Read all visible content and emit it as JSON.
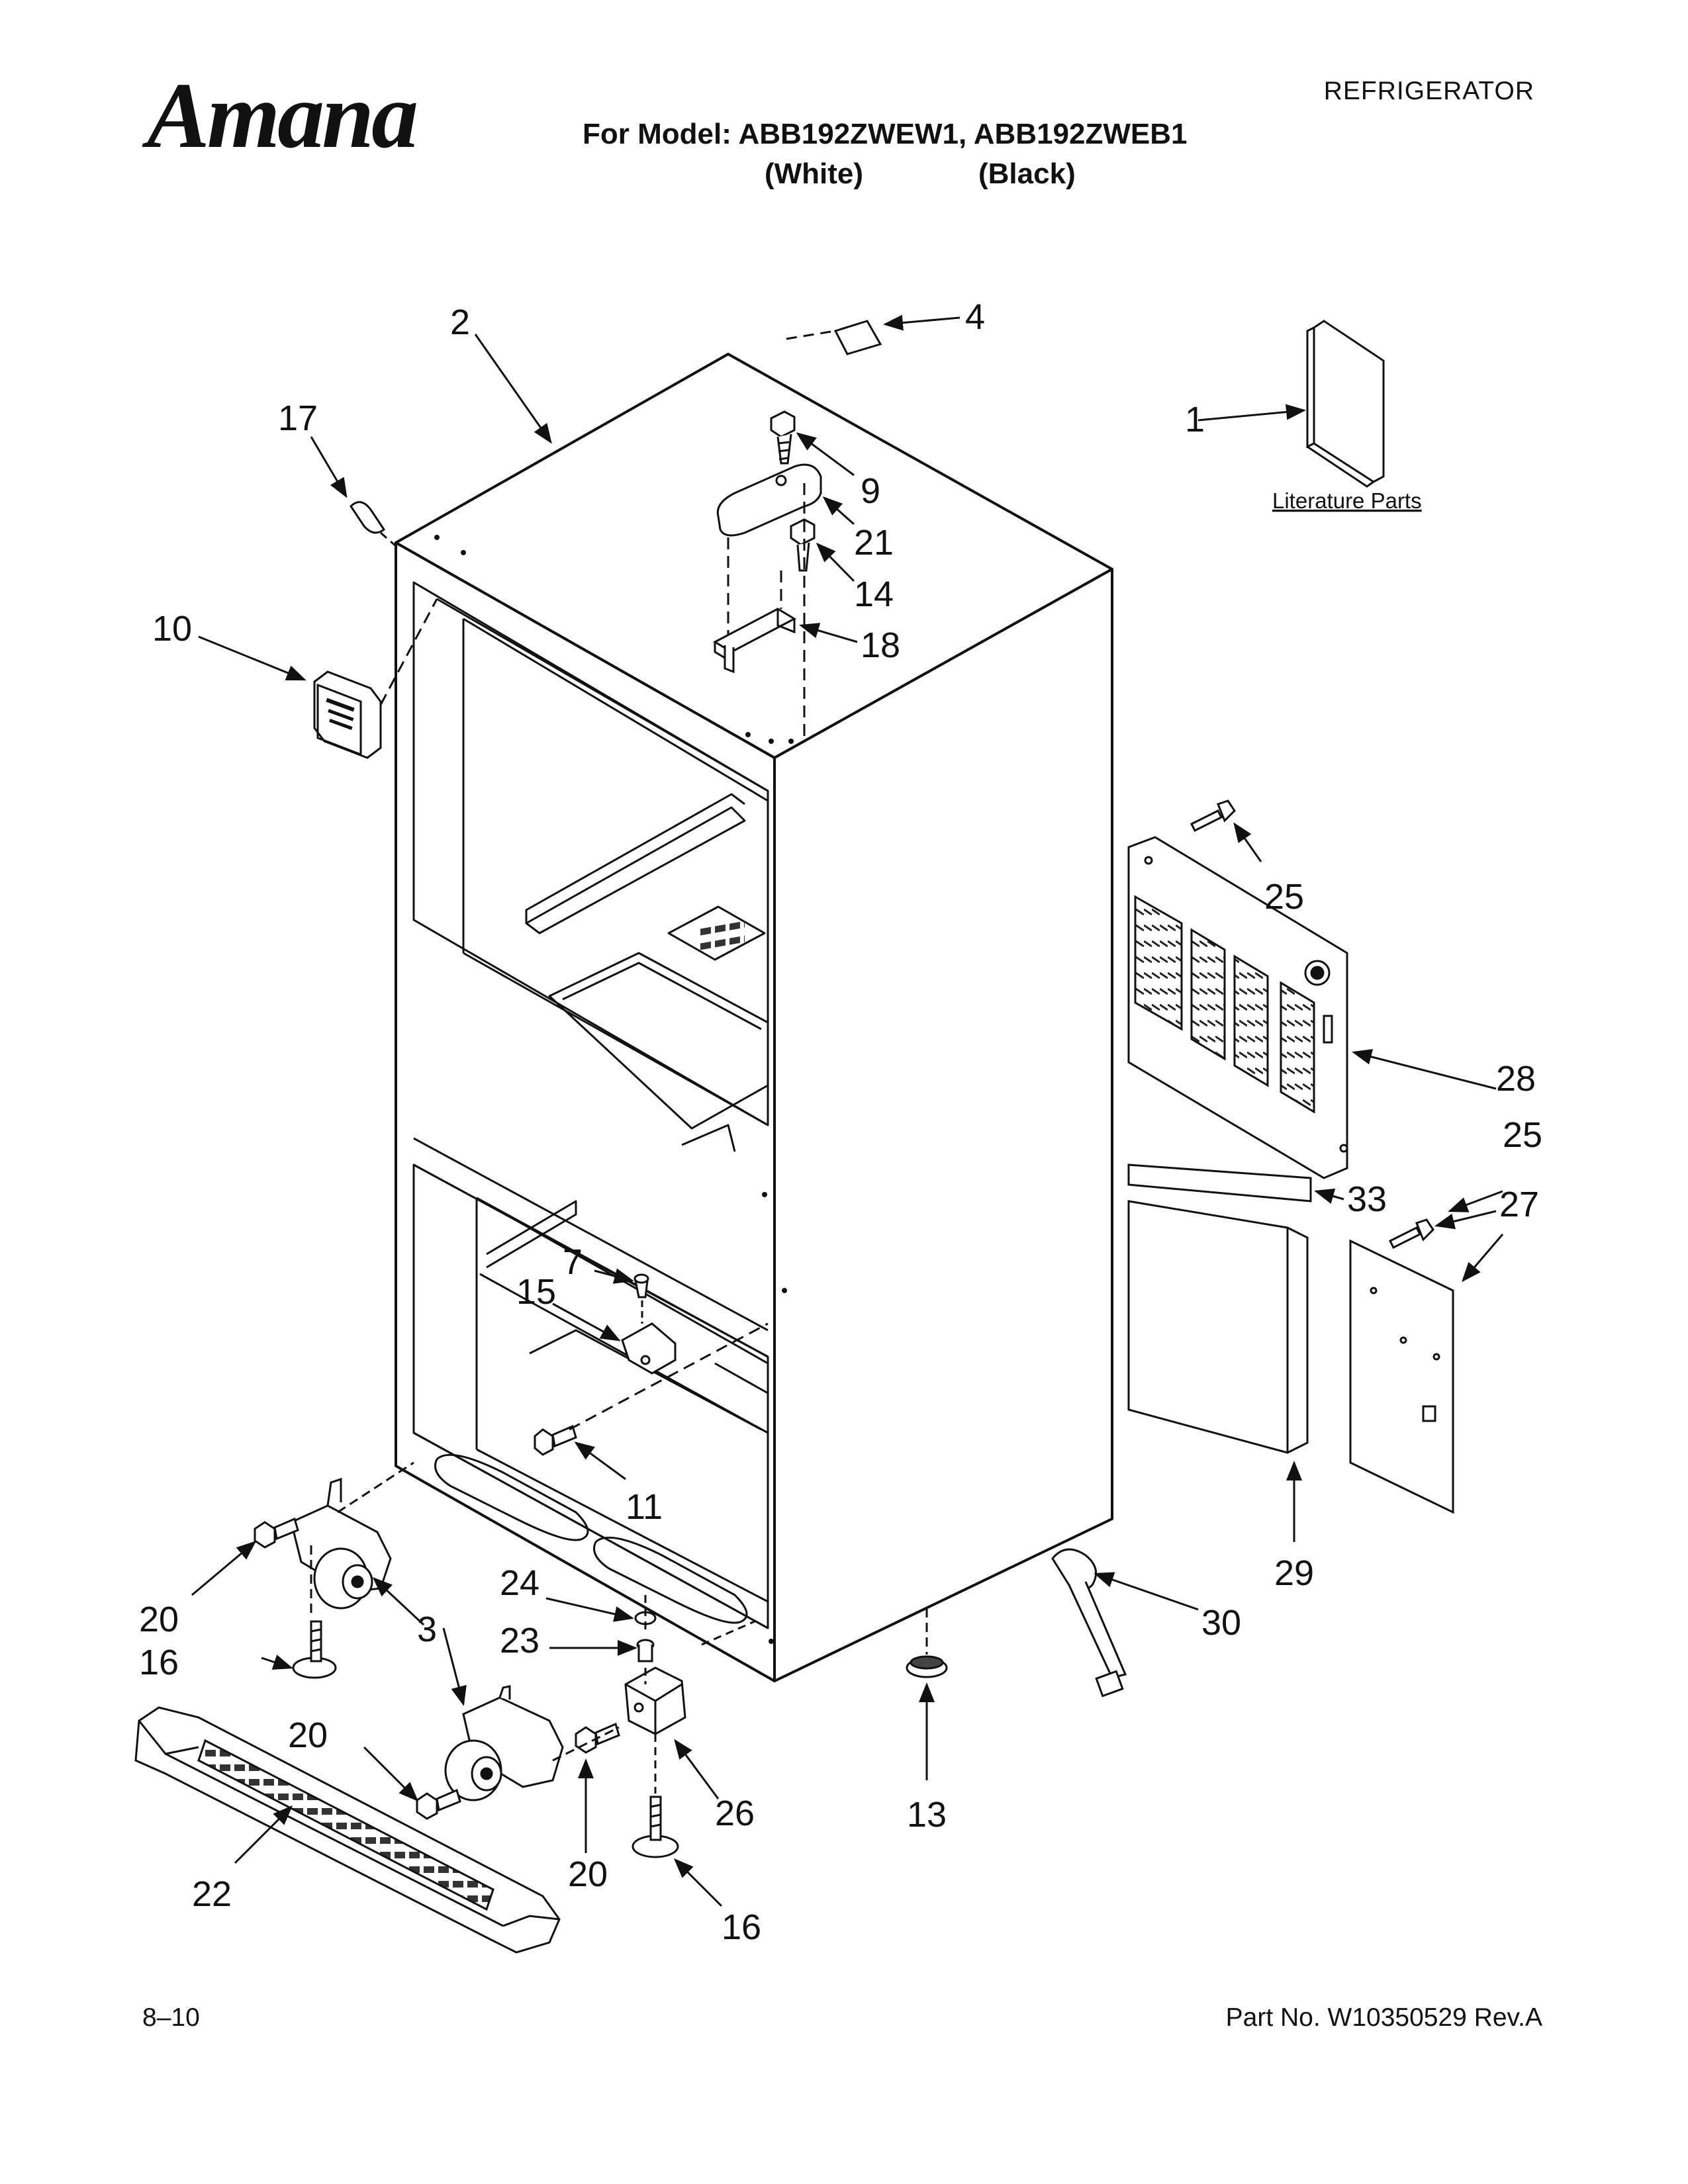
{
  "header": {
    "brand": "Amana",
    "category": "REFRIGERATOR",
    "model_line": "For Model: ABB192ZWEW1, ABB192ZWEB1",
    "variant_white": "(White)",
    "variant_black": "(Black)"
  },
  "diagram": {
    "literature_label": "Literature Parts",
    "callouts": [
      "1",
      "2",
      "3",
      "4",
      "7",
      "9",
      "10",
      "11",
      "13",
      "14",
      "15",
      "16",
      "16",
      "17",
      "18",
      "20",
      "20",
      "20",
      "21",
      "22",
      "23",
      "24",
      "25",
      "25",
      "26",
      "27",
      "28",
      "29",
      "30",
      "33"
    ]
  },
  "footer": {
    "date_code": "8–10",
    "part_no": "Part No. W10350529 Rev.A"
  }
}
